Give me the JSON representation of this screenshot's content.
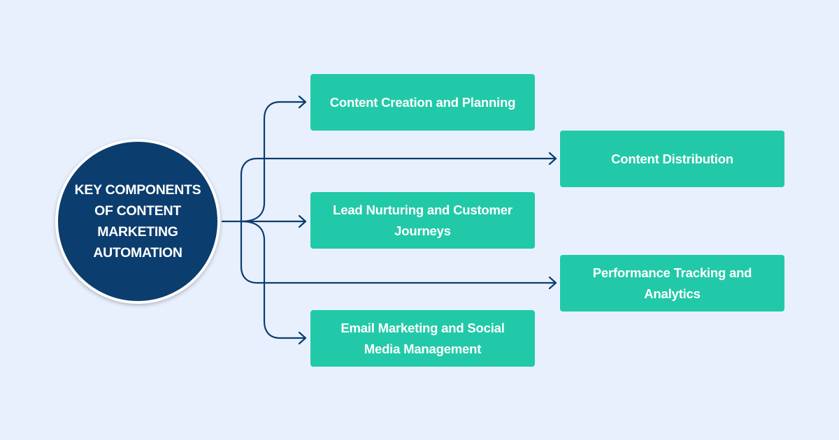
{
  "diagram": {
    "center": {
      "label": "KEY COMPONENTS OF CONTENT MARKETING AUTOMATION"
    },
    "components": [
      {
        "label": "Content Creation and Planning"
      },
      {
        "label": "Content Distribution"
      },
      {
        "label": "Lead Nurturing and Customer Journeys"
      },
      {
        "label": "Performance Tracking and Analytics"
      },
      {
        "label": "Email Marketing and Social Media Management"
      }
    ],
    "colors": {
      "background": "#e8f0fe",
      "center_fill": "#0b3d6e",
      "box_fill": "#22c9a8",
      "connector": "#0b3d6e",
      "text_light": "#ffffff"
    }
  }
}
